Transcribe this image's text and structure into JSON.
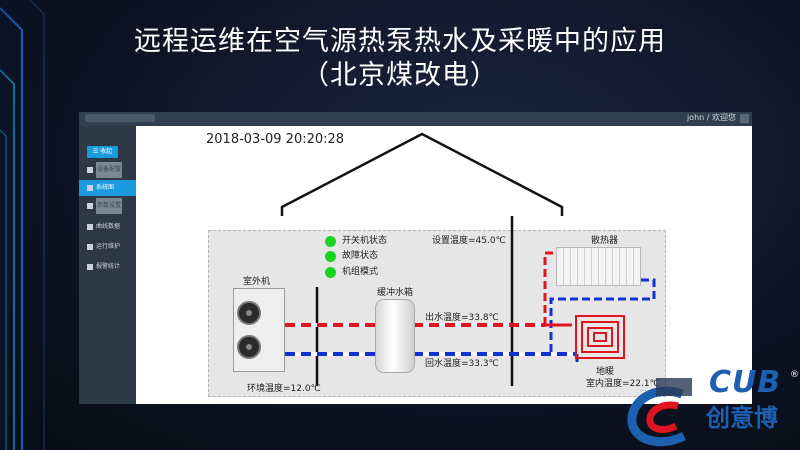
{
  "slide": {
    "title_line1": "远程运维在空气源热泵热水及采暖中的应用",
    "title_line2": "（北京煤改电）"
  },
  "app": {
    "topbar": {
      "user_text": "john / 欢迎您"
    },
    "sidebar": {
      "collapse_label": "☰ 收起",
      "items": [
        {
          "label": "设备配置",
          "icon": "edit-icon"
        },
        {
          "label": "系统图",
          "icon": "image-icon"
        },
        {
          "label": "参数设置",
          "icon": "gear-icon"
        },
        {
          "label": "曲线数据",
          "icon": "chart-icon"
        },
        {
          "label": "运行维护",
          "icon": "heart-icon"
        },
        {
          "label": "报警统计",
          "icon": "bar-icon"
        }
      ]
    },
    "timestamp": "2018-03-09 20:20:28",
    "indicators": [
      {
        "label": "开关机状态",
        "color": "#19d31f"
      },
      {
        "label": "故障状态",
        "color": "#19d31f"
      },
      {
        "label": "机组模式",
        "color": "#19d31f"
      }
    ],
    "labels": {
      "set_temp": "设置温度=45.0℃",
      "outdoor_unit": "室外机",
      "buffer_tank": "缓冲水箱",
      "radiator": "散热器",
      "outlet_temp": "出水温度=33.8℃",
      "return_temp": "回水温度=33.3℃",
      "floor_heating": "地暖",
      "ambient_temp": "环境温度=12.0℃",
      "indoor_temp": "室内温度=22.1℃"
    },
    "colors": {
      "hot_pipe": "#e0141e",
      "cold_pipe": "#1430d0",
      "status_ok": "#19d31f"
    }
  },
  "logo": {
    "brand": "CUB",
    "brand_cn": "创意博",
    "reg_mark": "®"
  }
}
